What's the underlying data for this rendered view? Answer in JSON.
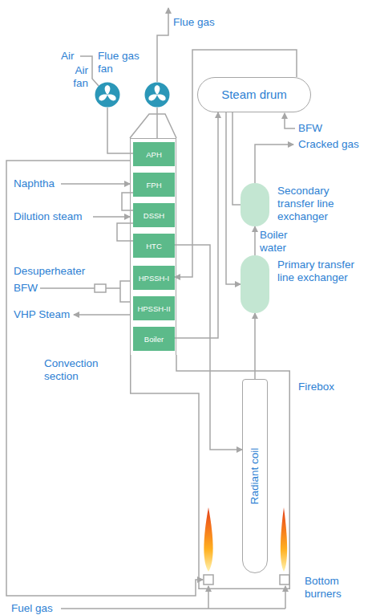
{
  "diagram": {
    "nodes": [
      {
        "text": [
          "Air fan"
        ]
      },
      {
        "text": [
          "Flue gas fan"
        ]
      },
      {
        "text": [
          "Steam drum"
        ]
      },
      {
        "text": [
          "Secondary transfer line exchanger"
        ]
      },
      {
        "text": [
          "Primary transfer line exchanger"
        ]
      },
      {
        "text": [
          "Convection section"
        ]
      },
      {
        "text": [
          "APH"
        ],
        "in": 5
      },
      {
        "text": [
          "FPH"
        ],
        "in": 5
      },
      {
        "text": [
          "DSSH"
        ],
        "in": 5
      },
      {
        "text": [
          "HTC"
        ],
        "in": 5
      },
      {
        "text": [
          "HPSSH-I"
        ],
        "in": 5
      },
      {
        "text": [
          "HPSSH-II"
        ],
        "in": 5
      },
      {
        "text": [
          "Boiler"
        ],
        "in": 5
      },
      {
        "text": [
          "Firebox"
        ]
      },
      {
        "text": [
          "Radiant coil"
        ],
        "in": 13
      }
    ],
    "edges": [
      {
        "from": 0,
        "to": 6,
        "arrow": "none"
      },
      {
        "from": 1,
        "to": 5,
        "arrow": "none"
      },
      {
        "from": 12,
        "to": 2,
        "arrow": "to"
      },
      {
        "from": 2,
        "to": 3,
        "arrow": "none"
      },
      {
        "from": 2,
        "to": 4,
        "label": "Boiler water",
        "arrow": "to"
      },
      {
        "from": 9,
        "to": 14,
        "arrow": "to"
      },
      {
        "from": 14,
        "to": 4,
        "arrow": "to"
      },
      {
        "from": 4,
        "to": 3,
        "arrow": "to"
      },
      {
        "from": 2,
        "to": 10,
        "arrow": "to"
      },
      {
        "from": 7,
        "to": 8,
        "arrow": "none"
      },
      {
        "from": 8,
        "to": 9,
        "arrow": "none"
      }
    ],
    "labels": [
      "Flue gas",
      "Air",
      "BFW",
      "Cracked gas",
      "Naphtha",
      "Dilution steam",
      "Desuperheater",
      "BFW",
      "VHP Steam",
      "Bottom burners",
      "Fuel gas"
    ]
  }
}
